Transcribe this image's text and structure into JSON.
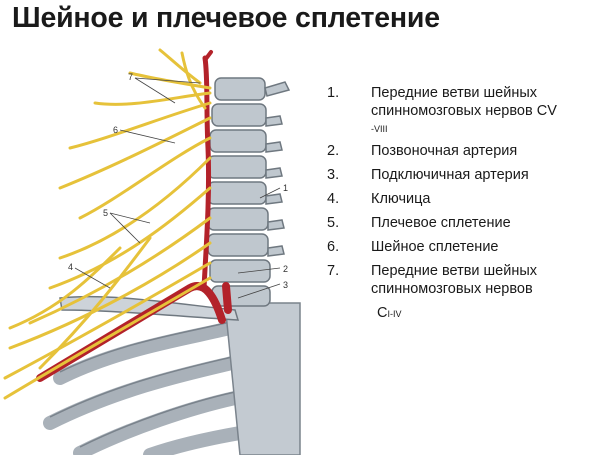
{
  "title": "Шейное и плечевое сплетение",
  "legend": [
    {
      "num": "1.",
      "line1": "Передние ветви шейных",
      "line2": "спинномозговых нервов C",
      "sup": "V",
      "sub": "-VIII"
    },
    {
      "num": "2.",
      "line1": "Позвоночная артерия"
    },
    {
      "num": "3.",
      "line1": "Подключичная артерия"
    },
    {
      "num": "4.",
      "line1": "Ключица"
    },
    {
      "num": "5.",
      "line1": "Плечевое сплетение"
    },
    {
      "num": "6.",
      "line1": "Шейное сплетение"
    },
    {
      "num": "7.",
      "line1": "Передние ветви шейных",
      "line2": "спинномозговых нервов"
    }
  ],
  "legend7_tail": "C",
  "legend7_tail_sub": "I-IV",
  "figure_labels": [
    "7",
    "6",
    "5",
    "4",
    "1",
    "2",
    "3"
  ],
  "colors": {
    "nerve": "#e6c23a",
    "artery": "#b3222a",
    "bone": "#b8c0c8",
    "bone_dark": "#6f7880"
  }
}
